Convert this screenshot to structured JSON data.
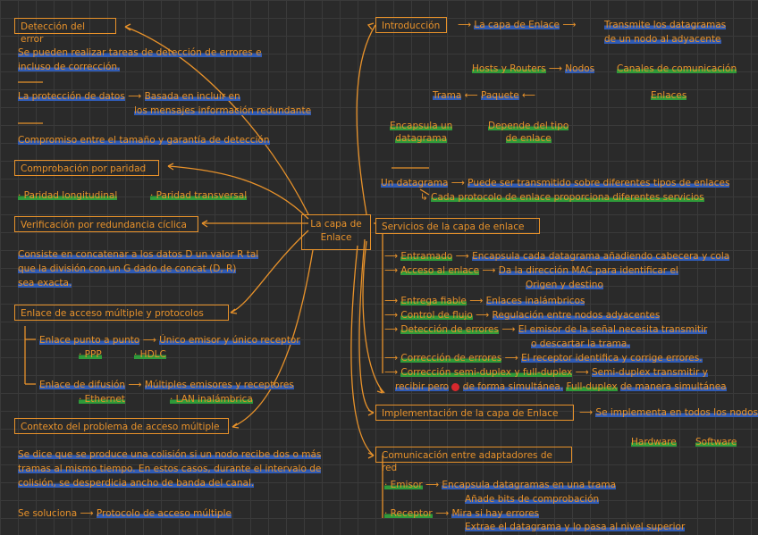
{
  "center": {
    "line1": "La capa de",
    "line2": "Enlace"
  },
  "left": {
    "deteccion_title": "Detección del error",
    "deteccion_text1": "Se pueden realizar tareas de detección de errores e",
    "deteccion_text2": "incluso de corrección.",
    "proteccion_label": "La protección de datos",
    "proteccion_text1": "Basada en incluir en",
    "proteccion_text2": "los mensajes información redundante",
    "compromiso": "Compromiso entre el tamaño y garantía de detección",
    "paridad_title": "Comprobación por paridad",
    "paridad_long": "· Paridad longitudinal",
    "paridad_trans": "· Paridad transversal",
    "crc_title": "Verificación por redundancia cíclica",
    "crc_text1": "Consiste en concatenar a los datos D un valor R tal",
    "crc_text2": "que la división con un G dado de concat (D, R)",
    "crc_text3": "sea exacta.",
    "multiple_title": "Enlace de acceso múltiple y protocolos",
    "p2p": "Enlace punto a punto",
    "p2p_desc": "Único emisor y único receptor",
    "ppp": "· PPP",
    "hdlc": "· HDLC",
    "difusion": "Enlace de difusión",
    "difusion_desc": "Múltiples emisores y receptores",
    "ethernet": "· Ethernet",
    "lan": "· LAN inalámbrica",
    "contexto_title": "Contexto del problema de acceso múltiple",
    "contexto_text1": "Se dice que se produce una colisión si un nodo recibe dos o más",
    "contexto_text2": "tramas al mismo tiempo. En estos casos, durante el intervalo de",
    "contexto_text3": "colisión, se desperdicia ancho de banda del canal.",
    "soluciona": "Se soluciona",
    "protocolo": "Protocolo de acceso múltiple"
  },
  "right": {
    "intro_title": "Introducción",
    "intro_capa": "La capa de Enlace",
    "intro_transmite1": "Transmite los datagramas",
    "intro_transmite2": "de un nodo al adyacente",
    "hosts": "Hosts y Routers",
    "nodos": "Nodos",
    "canales": "Canales de comunicación",
    "trama": "Trama",
    "paquete": "Paquete",
    "enlaces": "Enlaces",
    "encapsula1": "Encapsula un",
    "encapsula2": "datagrama",
    "depende1": "Depende del tipo",
    "depende2": "de enlace",
    "datagrama_label": "Un datagrama",
    "datagrama_text": "Puede ser transmitido sobre diferentes tipos de enlaces",
    "cada_protocolo": "Cada protocolo de enlace proporciona diferentes servicios",
    "servicios_title": "Servicios de la capa de enlace",
    "entramado": "Entramado",
    "entramado_desc": "Encapsula cada datagrama añadiendo cabecera y cola",
    "acceso": "Acceso al enlace",
    "acceso_desc1": "Da la dirección MAC para identificar el",
    "acceso_desc2": "Origen y destino",
    "entrega": "Entrega fiable",
    "entrega_desc": "Enlaces inalámbricos",
    "control": "Control de flujo",
    "control_desc": "Regulación entre nodos adyacentes",
    "deteccion": "Detección de errores",
    "deteccion_desc1": "El emisor de la señal necesita transmitir",
    "deteccion_desc2": "o descartar la trama.",
    "correccion": "Corrección de errores",
    "correccion_desc": "El receptor identifica y corrige errores.",
    "duplex": "Corrección semi-duplex y full-duplex",
    "duplex_desc1": "Semi-duplex transmitir y",
    "duplex_desc2a": "recibir pero",
    "duplex_desc2b": "de forma simultánea.",
    "duplex_desc2c": "Full-duplex",
    "duplex_desc2d": "de manera simultánea",
    "impl_title": "Implementación de la capa de Enlace",
    "impl_desc": "Se implementa en todos los nodos",
    "hardware": "Hardware",
    "software": "Software",
    "com_title": "Comunicación entre adaptadores de red",
    "emisor": "· Emisor",
    "emisor_d1": "Encapsula datagramas en una trama",
    "emisor_d2": "Añade bits de comprobación",
    "receptor": "· Receptor",
    "receptor_d1": "Mira si hay errores",
    "receptor_d2": "Extrae el datagrama y lo pasa al nivel superior"
  }
}
